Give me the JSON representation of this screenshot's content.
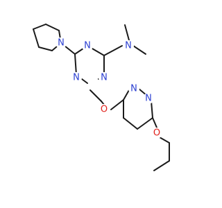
{
  "molecule": {
    "colors": {
      "bond": "#1a1a1a",
      "N": "#2b3fd1",
      "O": "#e0211c",
      "background": "#ffffff"
    },
    "atoms": [
      {
        "id": "Npyr",
        "label": "N",
        "element": "N"
      },
      {
        "id": "Ntop",
        "label": "N",
        "element": "N"
      },
      {
        "id": "Nnme2",
        "label": "N",
        "element": "N"
      },
      {
        "id": "Nleft",
        "label": "N",
        "element": "N"
      },
      {
        "id": "Nright",
        "label": "N",
        "element": "N"
      },
      {
        "id": "Olink",
        "label": "O",
        "element": "O"
      },
      {
        "id": "Npz1",
        "label": "N",
        "element": "N"
      },
      {
        "id": "Npz2",
        "label": "N",
        "element": "N"
      },
      {
        "id": "Opr",
        "label": "O",
        "element": "O"
      }
    ]
  }
}
